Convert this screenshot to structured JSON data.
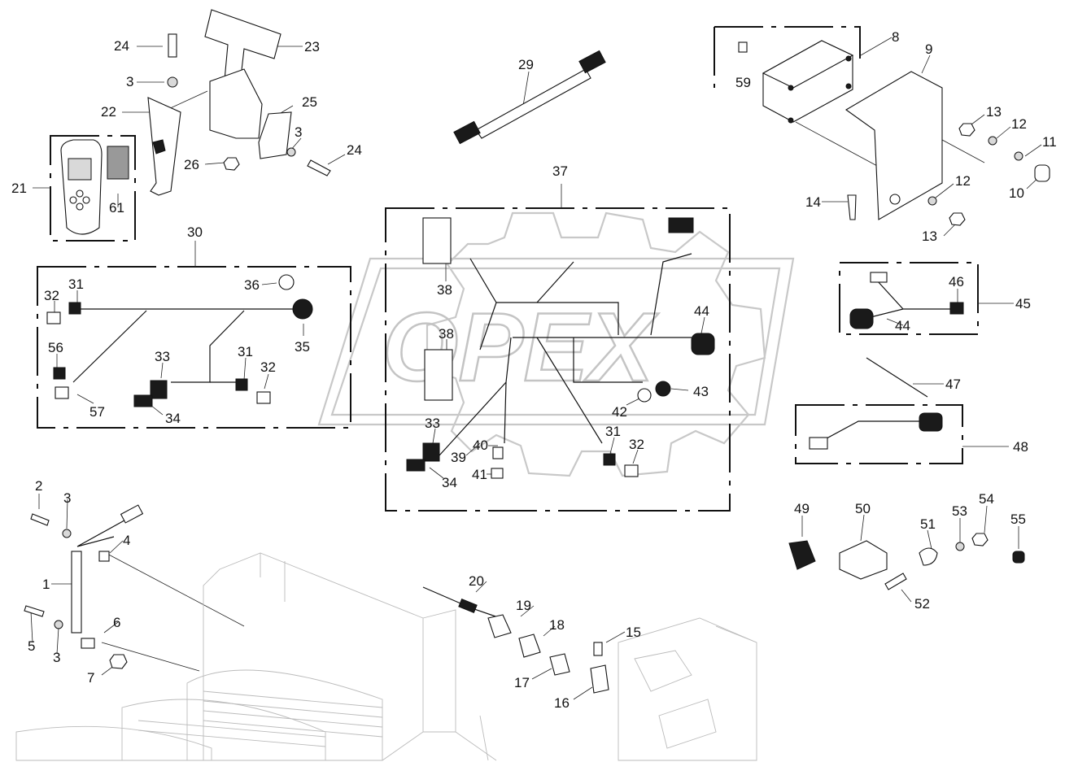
{
  "watermark": {
    "text": "OPEX"
  },
  "callouts": [
    {
      "id": "c24a",
      "label": "24"
    },
    {
      "id": "c3a",
      "label": "3"
    },
    {
      "id": "c22",
      "label": "22"
    },
    {
      "id": "c23",
      "label": "23"
    },
    {
      "id": "c25",
      "label": "25"
    },
    {
      "id": "c3b",
      "label": "3"
    },
    {
      "id": "c24b",
      "label": "24"
    },
    {
      "id": "c26",
      "label": "26"
    },
    {
      "id": "c21",
      "label": "21"
    },
    {
      "id": "c61",
      "label": "61"
    },
    {
      "id": "c29",
      "label": "29"
    },
    {
      "id": "c8",
      "label": "8"
    },
    {
      "id": "c9",
      "label": "9"
    },
    {
      "id": "c59",
      "label": "59"
    },
    {
      "id": "c13a",
      "label": "13"
    },
    {
      "id": "c12a",
      "label": "12"
    },
    {
      "id": "c11",
      "label": "11"
    },
    {
      "id": "c10",
      "label": "10"
    },
    {
      "id": "c12b",
      "label": "12"
    },
    {
      "id": "c14",
      "label": "14"
    },
    {
      "id": "c13b",
      "label": "13"
    },
    {
      "id": "c30",
      "label": "30"
    },
    {
      "id": "c36",
      "label": "36"
    },
    {
      "id": "c32a",
      "label": "32"
    },
    {
      "id": "c31a",
      "label": "31"
    },
    {
      "id": "c35",
      "label": "35"
    },
    {
      "id": "c56",
      "label": "56"
    },
    {
      "id": "c33a",
      "label": "33"
    },
    {
      "id": "c31b",
      "label": "31"
    },
    {
      "id": "c32b",
      "label": "32"
    },
    {
      "id": "c57",
      "label": "57"
    },
    {
      "id": "c34a",
      "label": "34"
    },
    {
      "id": "c37",
      "label": "37"
    },
    {
      "id": "c38a",
      "label": "38"
    },
    {
      "id": "c38b",
      "label": "38"
    },
    {
      "id": "c44a",
      "label": "44"
    },
    {
      "id": "c43",
      "label": "43"
    },
    {
      "id": "c42",
      "label": "42"
    },
    {
      "id": "c33b",
      "label": "33"
    },
    {
      "id": "c40",
      "label": "40"
    },
    {
      "id": "c39",
      "label": "39"
    },
    {
      "id": "c41",
      "label": "41"
    },
    {
      "id": "c34b",
      "label": "34"
    },
    {
      "id": "c31c",
      "label": "31"
    },
    {
      "id": "c32c",
      "label": "32"
    },
    {
      "id": "c46",
      "label": "46"
    },
    {
      "id": "c45",
      "label": "45"
    },
    {
      "id": "c44b",
      "label": "44"
    },
    {
      "id": "c47",
      "label": "47"
    },
    {
      "id": "c48",
      "label": "48"
    },
    {
      "id": "c49",
      "label": "49"
    },
    {
      "id": "c50",
      "label": "50"
    },
    {
      "id": "c51",
      "label": "51"
    },
    {
      "id": "c53",
      "label": "53"
    },
    {
      "id": "c54",
      "label": "54"
    },
    {
      "id": "c55",
      "label": "55"
    },
    {
      "id": "c52",
      "label": "52"
    },
    {
      "id": "c2",
      "label": "2"
    },
    {
      "id": "c3c",
      "label": "3"
    },
    {
      "id": "c4",
      "label": "4"
    },
    {
      "id": "c1",
      "label": "1"
    },
    {
      "id": "c5",
      "label": "5"
    },
    {
      "id": "c3d",
      "label": "3"
    },
    {
      "id": "c6",
      "label": "6"
    },
    {
      "id": "c7",
      "label": "7"
    },
    {
      "id": "c20",
      "label": "20"
    },
    {
      "id": "c19",
      "label": "19"
    },
    {
      "id": "c18",
      "label": "18"
    },
    {
      "id": "c15",
      "label": "15"
    },
    {
      "id": "c17",
      "label": "17"
    },
    {
      "id": "c16",
      "label": "16"
    }
  ]
}
